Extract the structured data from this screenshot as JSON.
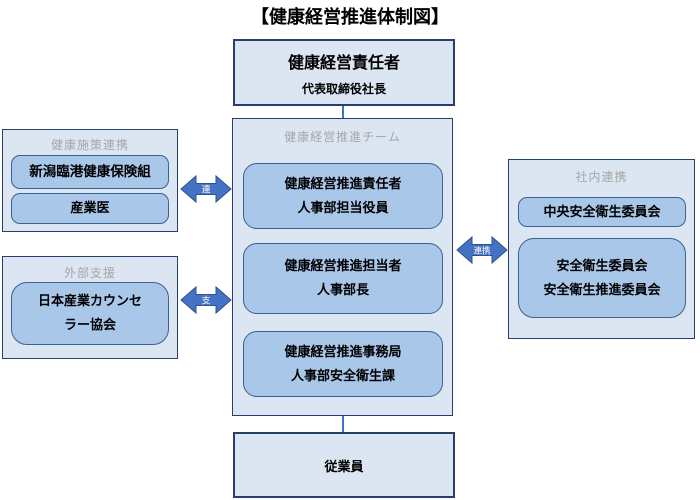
{
  "title": "【健康経営推進体制図】",
  "top_box": {
    "line1": "健康経営責任者",
    "line2": "代表取締役社長"
  },
  "team_panel": {
    "label": "健康経営推進チーム",
    "boxes": [
      {
        "line1": "健康経営推進責任者",
        "line2": "人事部担当役員"
      },
      {
        "line1": "健康経営推進担当者",
        "line2": "人事部長"
      },
      {
        "line1": "健康経営推進事務局",
        "line2": "人事部安全衛生課"
      }
    ]
  },
  "employees_box": {
    "label": "従業員"
  },
  "health_policy_panel": {
    "label": "健康施策連携",
    "boxes": [
      {
        "label": "新潟臨港健康保険組"
      },
      {
        "label": "産業医"
      }
    ]
  },
  "external_support_panel": {
    "label": "外部支援",
    "box": {
      "line1": "日本産業カウンセ",
      "line2": "ラー協会"
    }
  },
  "internal_panel": {
    "label": "社内連携",
    "boxes": [
      {
        "line1": "中央安全衛生委員会"
      },
      {
        "line1": "安全衛生委員会",
        "line2": "安全衛生推進委員会"
      }
    ]
  },
  "arrows": {
    "left_top": "連",
    "left_bottom": "支",
    "right": "連携"
  },
  "colors": {
    "panel_fill": "#dce6f3",
    "panel_border": "#24406b",
    "inner_box_fill": "#a9c7e8",
    "inner_box_border": "#3a6293",
    "arrow_fill": "#4472c4",
    "arrow_border": "#2f528f",
    "label_gray": "#a6a6a6",
    "connector": "#4472c4"
  }
}
